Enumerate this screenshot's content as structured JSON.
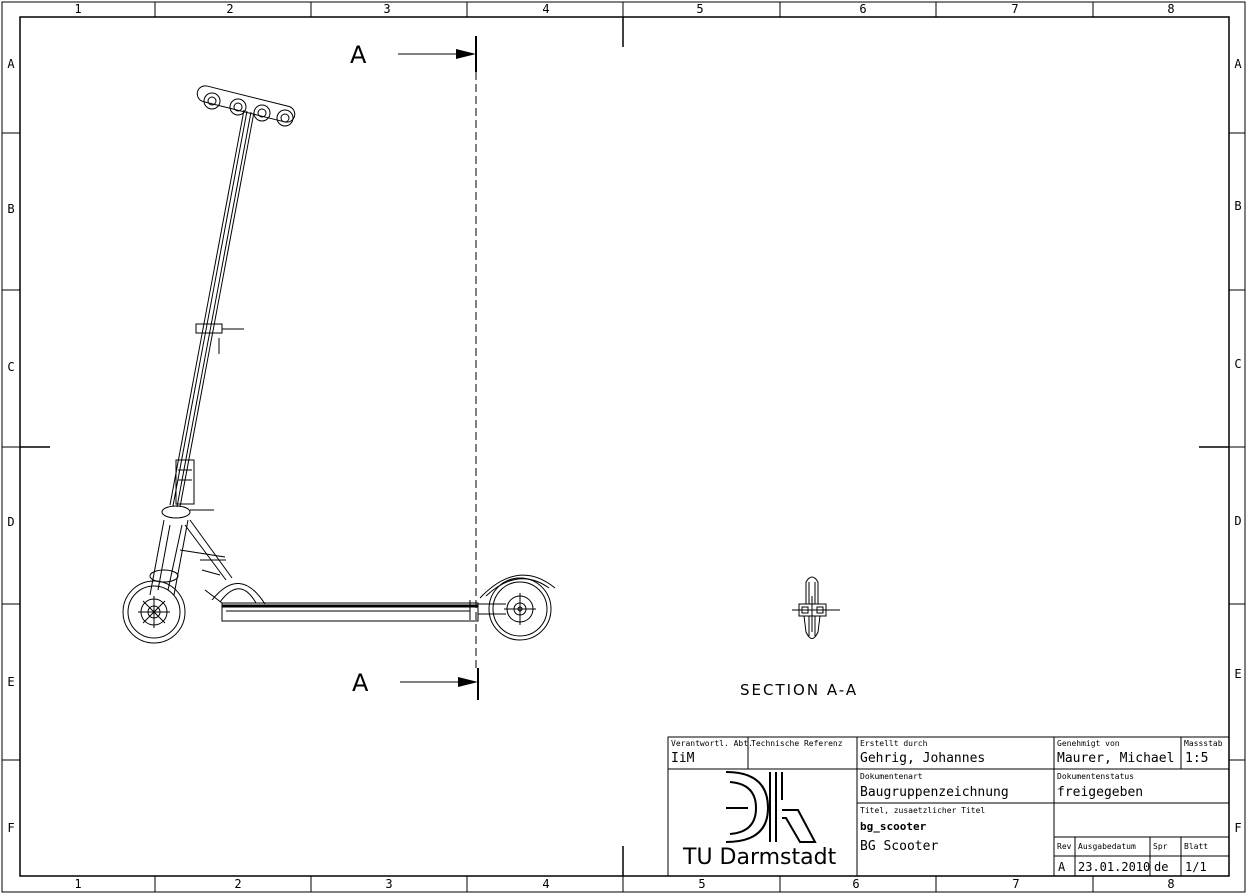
{
  "frame": {
    "columns": [
      "1",
      "2",
      "3",
      "4",
      "5",
      "6",
      "7",
      "8"
    ],
    "rows": [
      "A",
      "B",
      "C",
      "D",
      "E",
      "F"
    ]
  },
  "drawing": {
    "section_letter": "A",
    "section_title": "SECTION A-A"
  },
  "title_block": {
    "verantwortl_abt": {
      "label": "Verantwortl. Abt.",
      "value": "IiM"
    },
    "technische_referenz": {
      "label": "Technische Referenz",
      "value": ""
    },
    "erstellt_durch": {
      "label": "Erstellt durch",
      "value": "Gehrig, Johannes"
    },
    "genehmigt_von": {
      "label": "Genehmigt von",
      "value": "Maurer, Michael"
    },
    "massstab": {
      "label": "Massstab",
      "value": "1:5"
    },
    "dokumentenart": {
      "label": "Dokumentenart",
      "value": "Baugruppenzeichnung"
    },
    "dokumentenstatus": {
      "label": "Dokumentenstatus",
      "value": "freigegeben"
    },
    "titel": {
      "label": "Titel, zusaetzlicher Titel",
      "value": "bg_scooter",
      "subtitle": "BG Scooter"
    },
    "rev": {
      "label": "Rev",
      "value": "A"
    },
    "ausgabedatum": {
      "label": "Ausgabedatum",
      "value": "23.01.2010"
    },
    "spr": {
      "label": "Spr",
      "value": "de"
    },
    "blatt": {
      "label": "Blatt",
      "value": "1/1"
    },
    "organization": "TU Darmstadt"
  }
}
